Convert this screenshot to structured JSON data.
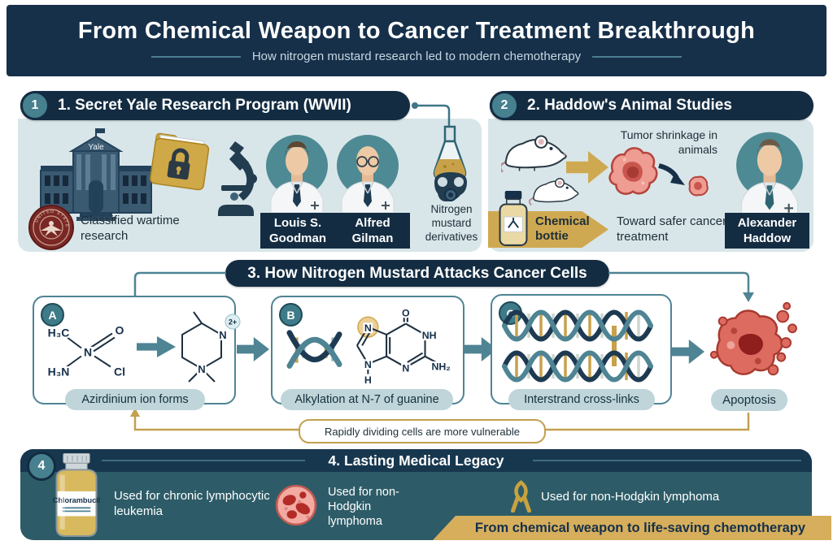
{
  "colors": {
    "navy": "#16304a",
    "header_bar": "#132c42",
    "panel": "#d9e6e9",
    "teal": "#4e8494",
    "gold": "#c9a23f",
    "gold_banner": "#d6ae5c",
    "section4": "#2d5c68",
    "red": "#b5453e"
  },
  "header": {
    "title": "From Chemical Weapon to Cancer Treatment Breakthrough",
    "subtitle": "How nitrogen mustard research led to modern chemotherapy"
  },
  "s1": {
    "num": "1",
    "title": "1. Secret Yale Research Program (WWII)",
    "yale": "Yale",
    "seal": "UNITED STATES",
    "classified": "Classified wartime research",
    "scientists": [
      "Louis S. Goodman",
      "Alfred Gilman"
    ],
    "flask": "Nitrogen mustard derivatives"
  },
  "s2": {
    "num": "2",
    "title": "2. Haddow's Animal Studies",
    "tumor": "Tumor shrinkage in animals",
    "chem": "Chemical bottie",
    "toward": "Toward safer cancer treatment",
    "name": "Alexander Haddow"
  },
  "s3": {
    "title": "3. How Nitrogen Mustard Attacks Cancer Cells",
    "a": {
      "letter": "A",
      "caption": "Azirdinium ion forms",
      "h3c": "H₃C",
      "o": "O",
      "n": "N",
      "h3n": "H₃N",
      "cl": "Cl",
      "charge": "2+",
      "rn1": "N",
      "rn2": "N"
    },
    "b": {
      "letter": "B",
      "caption": "Alkylation at N-7 of guanine",
      "o": "O",
      "nh": "NH",
      "nh2": "NH₂",
      "n3": "N",
      "n7": "N",
      "n9": "N",
      "h": "H"
    },
    "c": {
      "letter": "C",
      "caption": "Interstrand cross-links"
    },
    "apoptosis": "Apoptosis",
    "note": "Rapidly dividing cells are more vulnerable"
  },
  "s4": {
    "num": "4",
    "title": "4. Lasting Medical Legacy",
    "bottle": "Chlorambucil",
    "uses": [
      "Used for chronic lymphocytic leukemia",
      "Used for non-Hodgkin lymphoma",
      "Used for non-Hodgkin lymphoma"
    ],
    "banner": "From chemical weapon to life-saving chemotherapy"
  }
}
